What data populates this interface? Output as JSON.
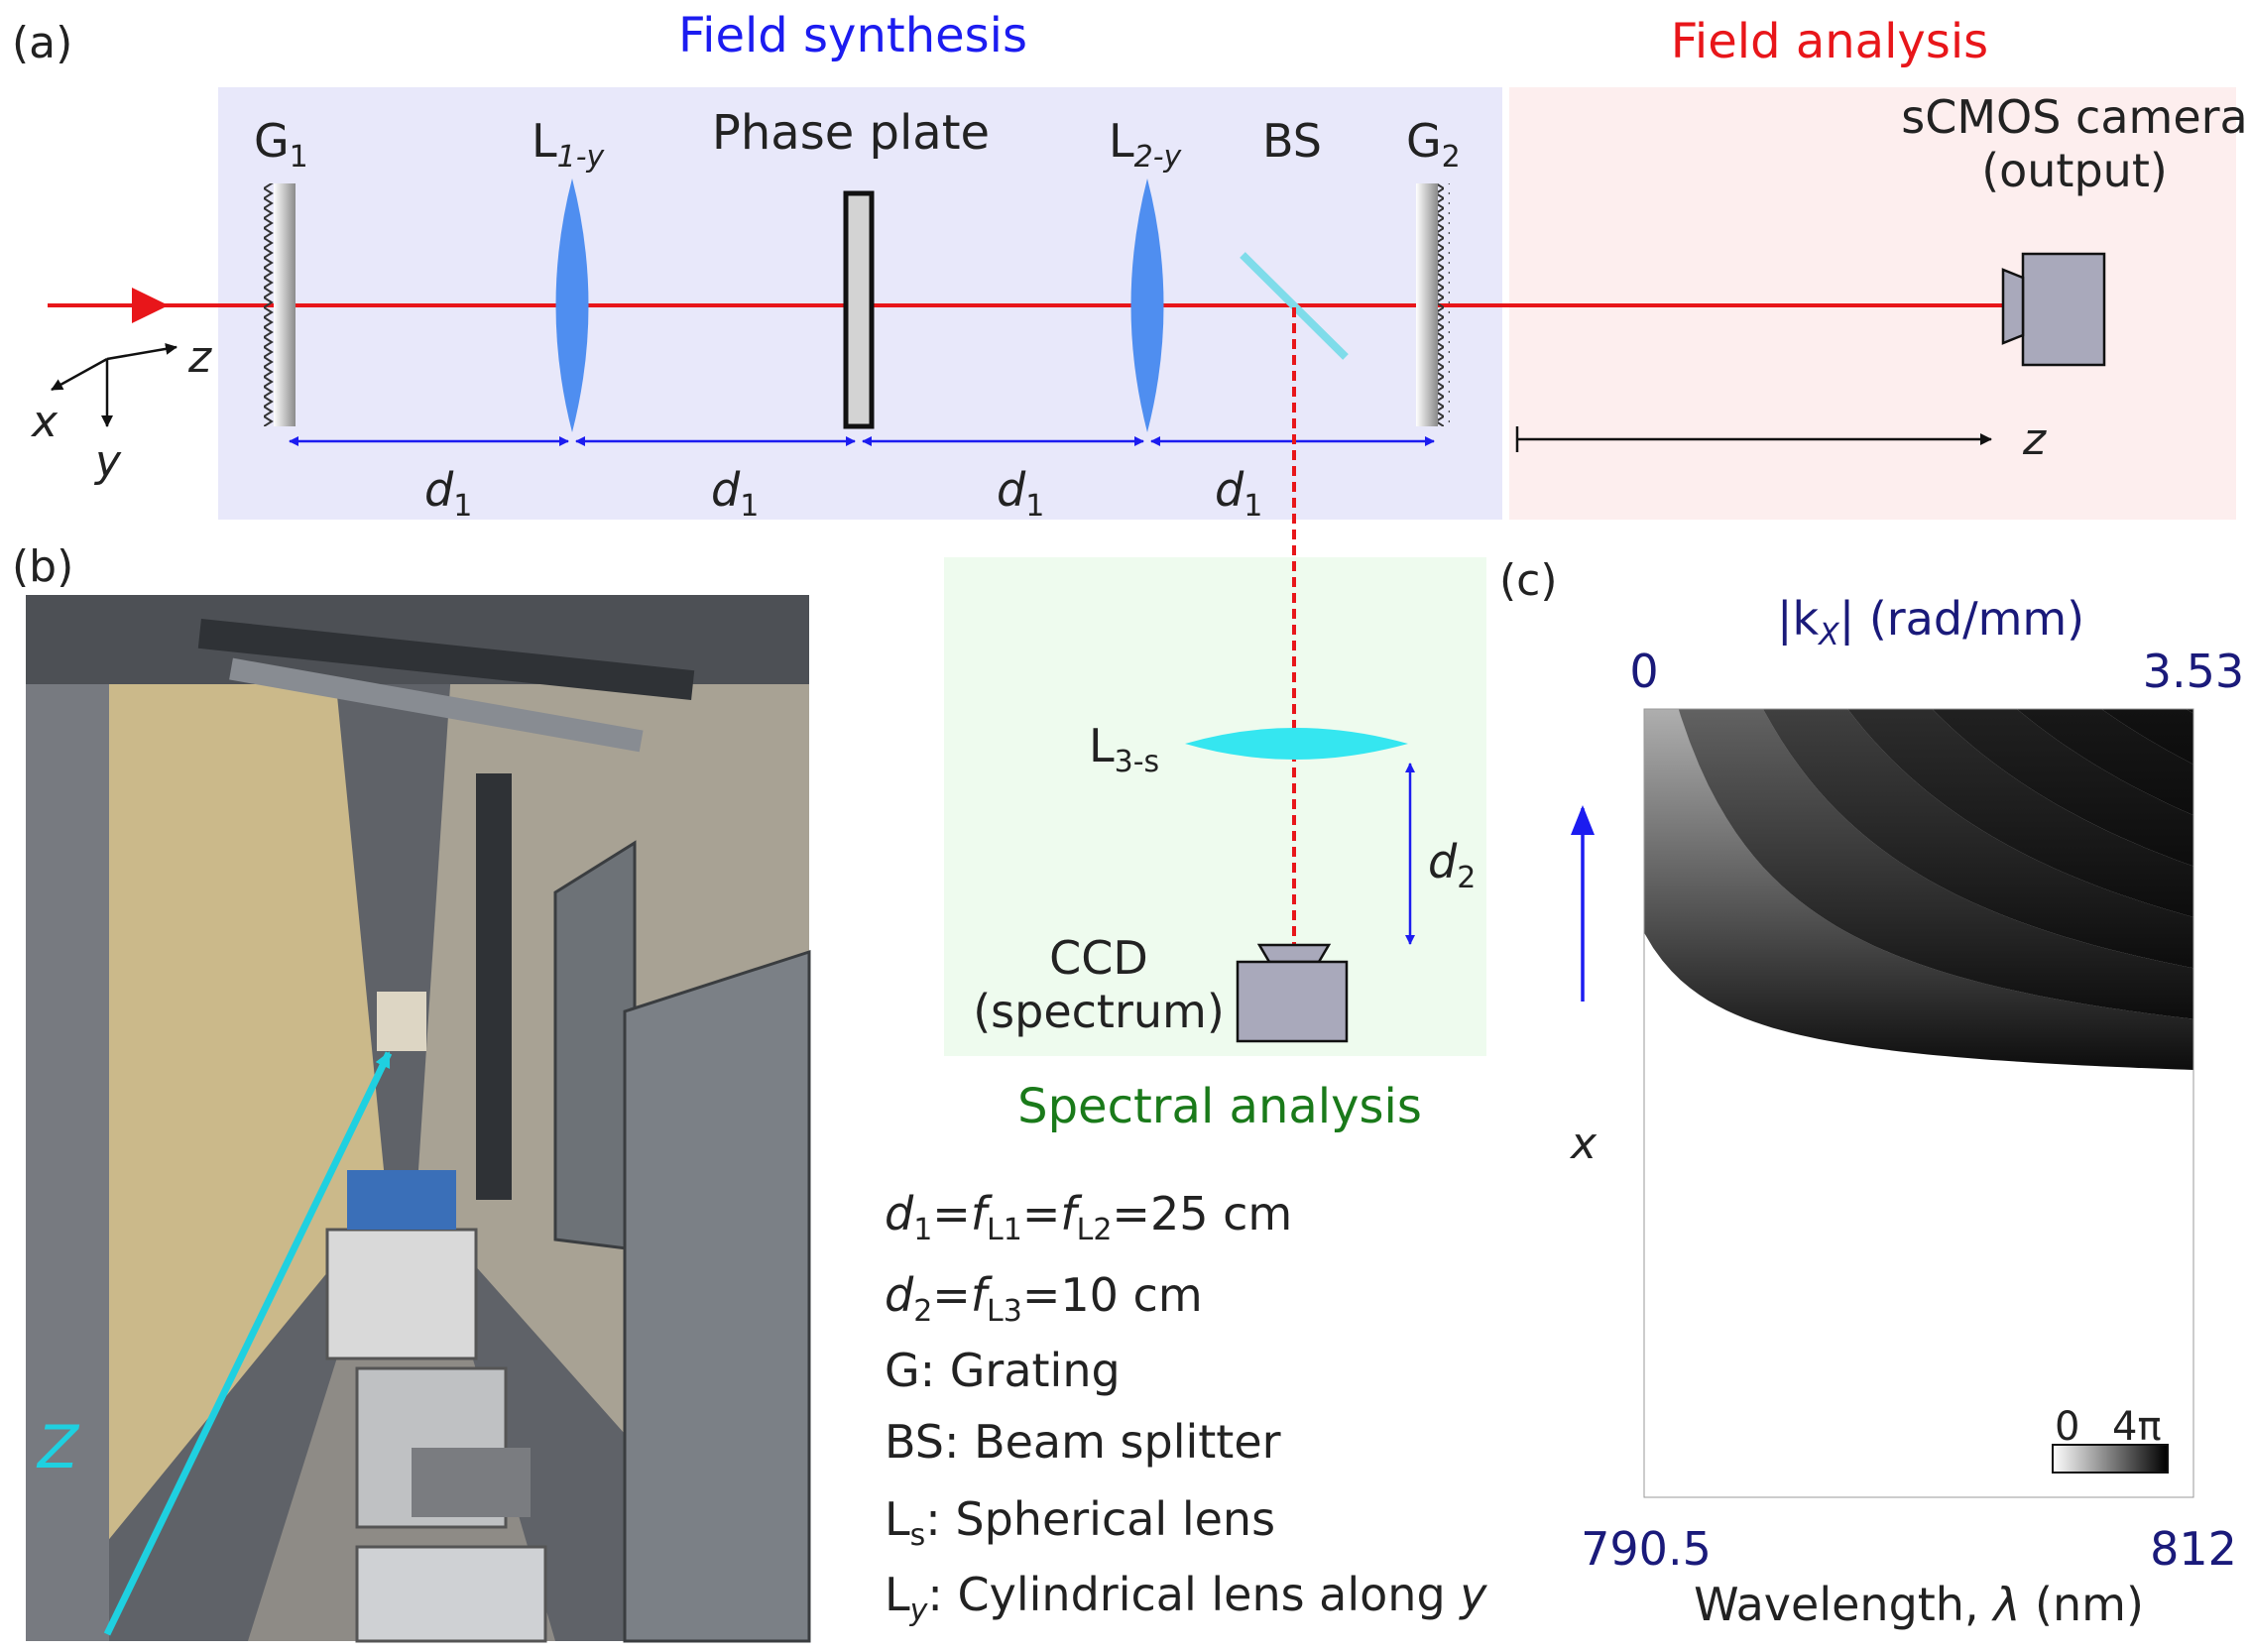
{
  "panels": {
    "a": "(a)",
    "b": "(b)",
    "c": "(c)"
  },
  "sections": {
    "synthesis": "Field synthesis",
    "analysis": "Field analysis",
    "spectral": "Spectral analysis"
  },
  "components": {
    "g1": "G",
    "g1_sub": "1",
    "l1": "L",
    "l1_sub": "1-y",
    "phase_plate": "Phase plate",
    "l2": "L",
    "l2_sub": "2-y",
    "bs": "BS",
    "g2": "G",
    "g2_sub": "2",
    "camera_line1": "sCMOS camera",
    "camera_line2": "(output)",
    "l3": "L",
    "l3_sub": "3-s",
    "ccd_line1": "CCD",
    "ccd_line2": "(spectrum)"
  },
  "axes": {
    "x": "x",
    "y": "y",
    "z": "z",
    "z_upper": "Z"
  },
  "distances": {
    "d1": "d",
    "d1_sub": "1",
    "d2": "d",
    "d2_sub": "2"
  },
  "legend": {
    "line1": {
      "a": "d",
      "a_sub": "1",
      "eq1": "=",
      "b": "f",
      "b_sub": "L1",
      "eq2": "=",
      "c": "f",
      "c_sub": "L2",
      "val": "=25 cm"
    },
    "line2": {
      "a": "d",
      "a_sub": "2",
      "eq1": "=",
      "b": "f",
      "b_sub": "L3",
      "val": "=10 cm"
    },
    "line3": "G: Grating",
    "line4": "BS: Beam splitter",
    "line5": {
      "a": "L",
      "a_sub": "s",
      "rest": ": Spherical lens"
    },
    "line6": {
      "a": "L",
      "a_sub": "y",
      "rest": ": Cylindrical lens along ",
      "tail": "y"
    }
  },
  "plot_c": {
    "top_label": "|k",
    "top_label_sub": "X",
    "top_label_end": "| (rad/mm)",
    "top_min": "0",
    "top_max": "3.53",
    "bottom_min": "790.5",
    "bottom_max": "812",
    "xlabel_text": "Wavelength, ",
    "xlabel_symbol": "λ",
    "xlabel_unit": " (nm)",
    "vertical_axis": "x",
    "colorbar_min": "0",
    "colorbar_max": "4π"
  },
  "colors": {
    "synthesis_bg": "#e8e8fa",
    "analysis_bg": "#fdeeee",
    "spectral_bg": "#eefbee",
    "beam": "#e8161a",
    "lens": "#4f8ef0",
    "lens_spherical": "#35e6f0",
    "blue_text": "#1c1cf0",
    "red_text": "#e8161a",
    "green_text": "#1a7a1a",
    "navy_text": "#1a1a7a",
    "cyan": "#1fd0e0",
    "device_gray": "#a9a9bb"
  }
}
